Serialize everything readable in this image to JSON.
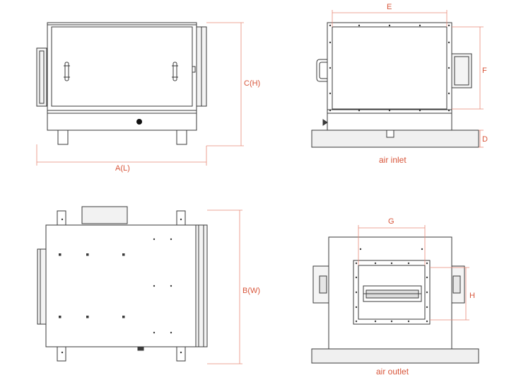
{
  "colors": {
    "line": "#3a3a3a",
    "dimension": "#e88a78",
    "label": "#d8553a",
    "fill_light": "#f4f4f4",
    "fill_mid": "#e6e6e6"
  },
  "dimensions": {
    "length": "A(L)",
    "height": "C(H)",
    "width": "B(W)",
    "inlet_width": "E",
    "inlet_height": "F",
    "base_height": "D",
    "outlet_width": "G",
    "outlet_height": "H"
  },
  "captions": {
    "inlet": "air inlet",
    "outlet": "air outlet"
  }
}
